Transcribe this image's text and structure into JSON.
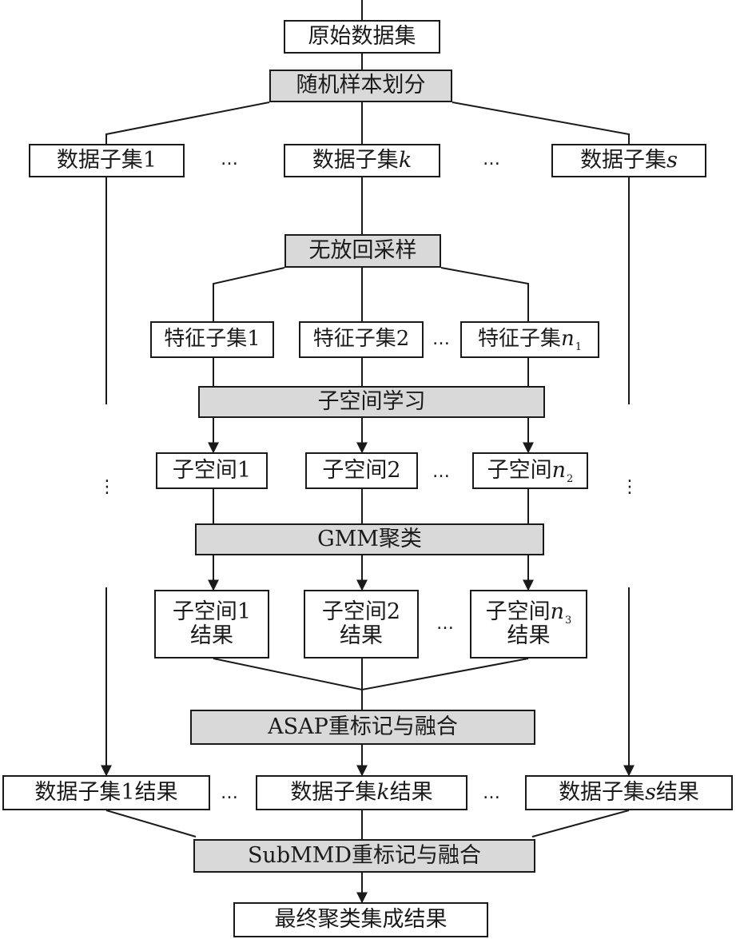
{
  "steps": {
    "original": "原始数据集",
    "random_split": "随机样本划分",
    "subset_1": {
      "text": "数据子集1",
      "var": ""
    },
    "subset_k": {
      "text": "数据子集",
      "var": "k"
    },
    "subset_s": {
      "text": "数据子集",
      "var": "s"
    },
    "sampling": "无放回采样",
    "feature_1": "特征子集1",
    "feature_2": "特征子集2",
    "feature_n1": {
      "text": "特征子集",
      "var": "n",
      "sub": "1"
    },
    "subspace_learning": "子空间学习",
    "subspace_1": "子空间1",
    "subspace_2": "子空间2",
    "subspace_n2": {
      "text": "子空间",
      "var": "n",
      "sub": "2"
    },
    "gmm": "GMM聚类",
    "result_1": {
      "line1": "子空间1",
      "line2": "结果"
    },
    "result_2": {
      "line1": "子空间2",
      "line2": "结果"
    },
    "result_n3": {
      "text": "子空间",
      "var": "n",
      "sub": "3",
      "line2": "结果"
    },
    "asap": "ASAP重标记与融合",
    "subset_result_1": "数据子集1结果",
    "subset_result_k": {
      "pre": "数据子集",
      "var": "k",
      "post": "结果"
    },
    "subset_result_s": {
      "pre": "数据子集",
      "var": "s",
      "post": "结果"
    },
    "submmd": "SubMMD重标记与融合",
    "final": "最终聚类集成结果"
  },
  "ellipsis": "…",
  "vertical_ellipsis": "⋮",
  "colors": {
    "line": "#1a1a1a",
    "operation_fill": "#d9d9d9",
    "box_fill": "#ffffff"
  }
}
